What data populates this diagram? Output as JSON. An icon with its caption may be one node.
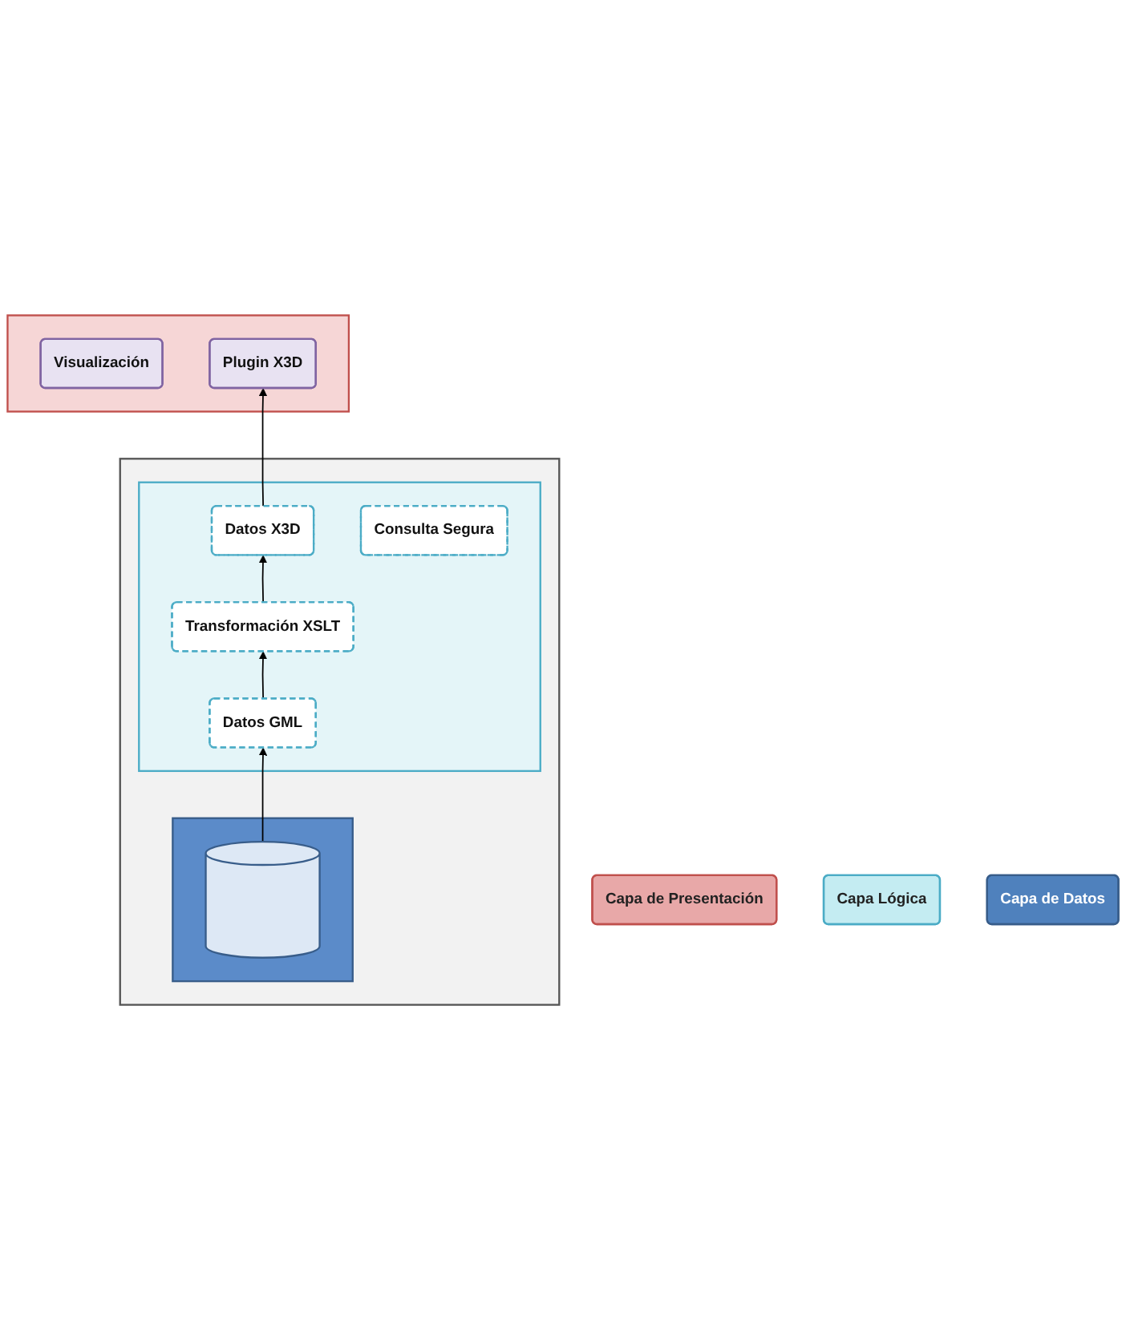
{
  "diagram": {
    "nodes": [
      {
        "text": [
          "Capa de Presentación"
        ]
      },
      {
        "text": [],
        "shape": "box"
      },
      {
        "text": [
          "Visualización"
        ],
        "in": 1
      },
      {
        "text": [
          "Plugin X3D"
        ],
        "in": 1
      },
      {
        "text": [
          "Capa Lógica"
        ]
      },
      {
        "text": [],
        "shape": "box"
      },
      {
        "text": [],
        "shape": "box",
        "in": 5
      },
      {
        "text": [
          "Datos X3D"
        ],
        "in": 6
      },
      {
        "text": [
          "Transformación XSLT"
        ],
        "in": 6
      },
      {
        "text": [
          "Consulta Segura"
        ],
        "in": 6
      },
      {
        "text": [
          "Datos GML"
        ],
        "in": 6
      },
      {
        "text": [],
        "shape": "box",
        "in": 5
      },
      {
        "text": [],
        "shape": "cylinder",
        "in": 11
      },
      {
        "text": [
          "Capa de Datos"
        ]
      }
    ],
    "edges": [
      {
        "from": 12,
        "to": 10,
        "arrow": "to"
      },
      {
        "from": 10,
        "to": 8,
        "arrow": "to"
      },
      {
        "from": 8,
        "to": 7,
        "arrow": "to"
      },
      {
        "from": 7,
        "to": 3,
        "arrow": "to"
      }
    ]
  }
}
